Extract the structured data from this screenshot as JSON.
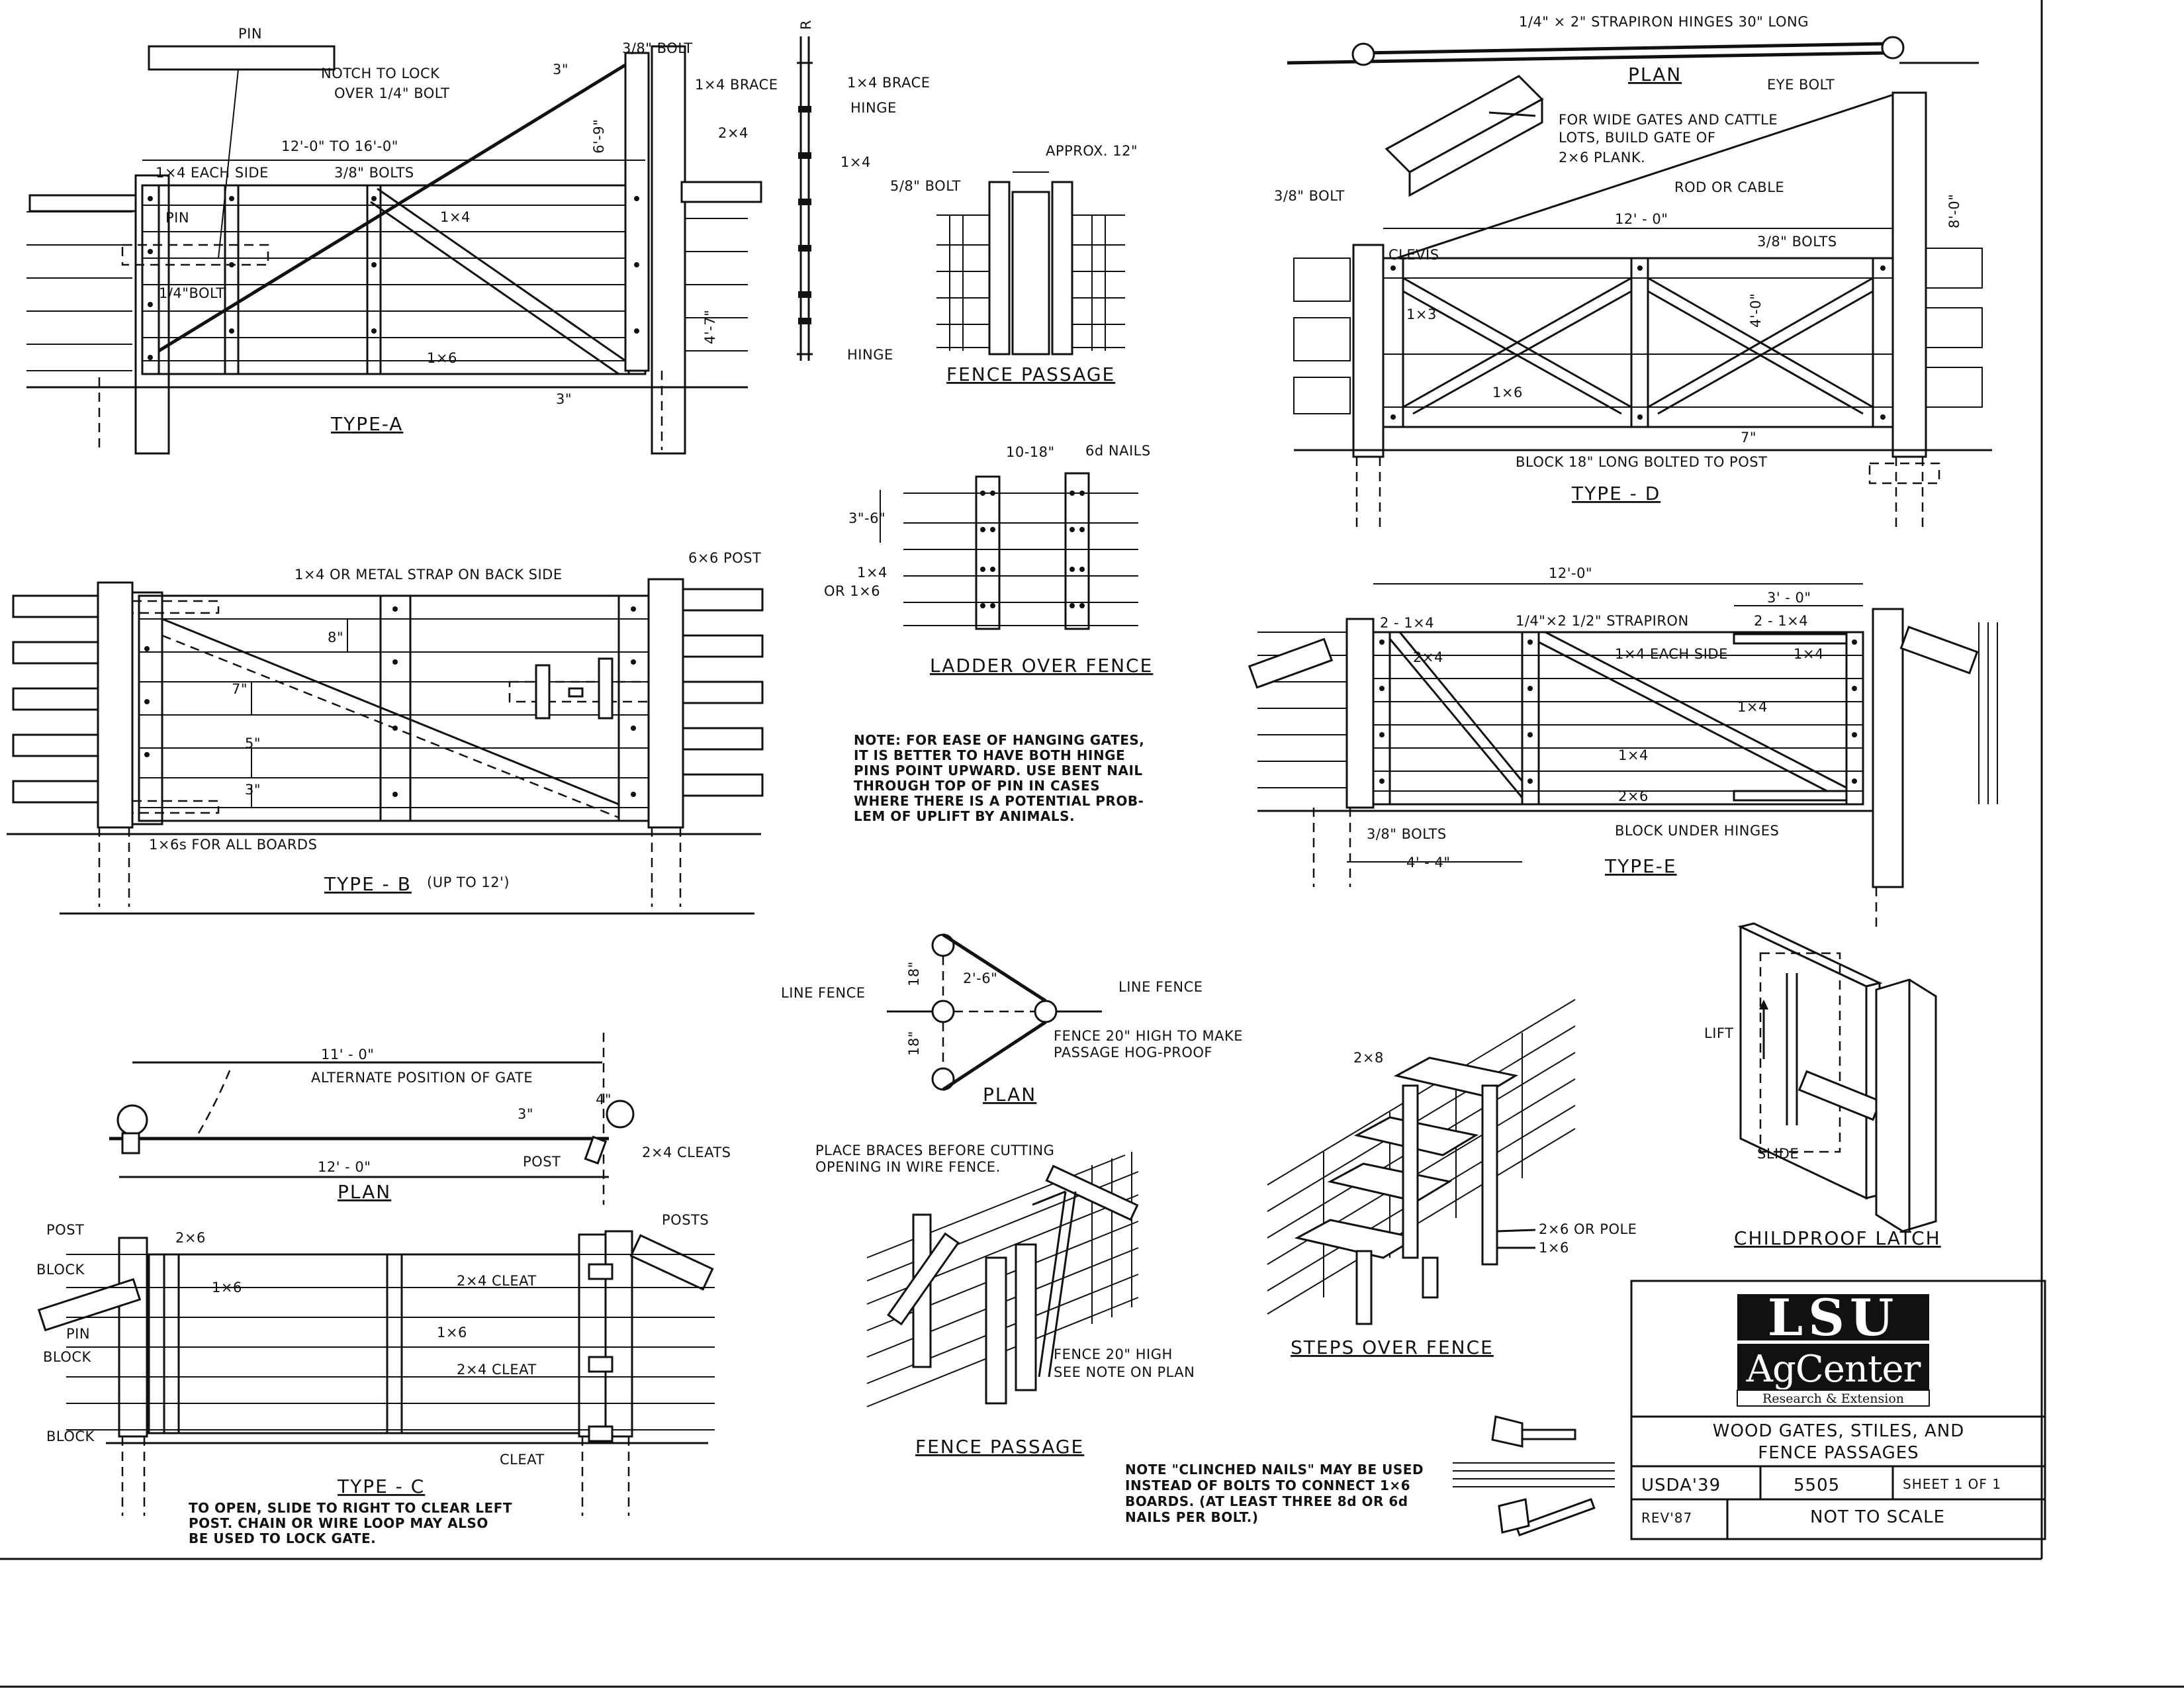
{
  "type_a": {
    "caption": "TYPE-A",
    "pin": "PIN",
    "notch": "NOTCH TO LOCK",
    "notch2": "OVER 1/4\" BOLT",
    "span": "12'-0\" TO 16'-0\"",
    "each_side": "1×4 EACH SIDE",
    "bolts": "3/8\" BOLTS",
    "pin2": "PIN",
    "quarter_bolt": "1/4\"BOLT",
    "one_by_four": "1×4",
    "one_by_six": "1×6",
    "three_in_top": "3\"",
    "three_in_bot": "3\"",
    "bolt38": "3/8\" BOLT",
    "brace": "1×4 BRACE",
    "h69": "6'-9\"",
    "h47": "4'-7\""
  },
  "side_detail": {
    "brace": "1×4 BRACE",
    "hinge_top": "HINGE",
    "two_by_four": "2×4",
    "one_by_four": "1×4",
    "hinge_bot": "HINGE",
    "r_mark": "R"
  },
  "fence_passage_top": {
    "caption": "FENCE PASSAGE",
    "approx": "APPROX. 12\"",
    "bolt": "5/8\" BOLT"
  },
  "ladder": {
    "caption": "LADDER OVER FENCE",
    "width": "10-18\"",
    "nails": "6d NAILS",
    "height": "3\"-6\"",
    "boards1": "1×4",
    "boards2": "OR 1×6"
  },
  "hinge_note": {
    "l1": "NOTE: FOR EASE OF HANGING GATES,",
    "l2": "IT IS BETTER TO HAVE BOTH HINGE",
    "l3": "PINS POINT UPWARD. USE BENT NAIL",
    "l4": "THROUGH TOP OF PIN IN CASES",
    "l5": "WHERE THERE IS A POTENTIAL PROB-",
    "l6": "LEM OF UPLIFT BY ANIMALS."
  },
  "type_b": {
    "caption": "TYPE - B",
    "caption_note": "(UP TO 12')",
    "strap": "1×4 OR METAL STRAP ON BACK SIDE",
    "post": "6×6 POST",
    "d8": "8\"",
    "d7": "7\"",
    "d5": "5\"",
    "d3": "3\"",
    "boards": "1×6s FOR ALL BOARDS"
  },
  "type_c": {
    "caption": "TYPE - C",
    "plan_caption": "PLAN",
    "span11": "11' - 0\"",
    "alt_pos": "ALTERNATE POSITION OF GATE",
    "span12": "12' - 0\"",
    "d3": "3\"",
    "d4": "4\"",
    "post": "POST",
    "cleats": "2×4 CLEATS",
    "post_l": "POST",
    "two_by_six": "2×6",
    "posts_r": "POSTS",
    "block1": "BLOCK",
    "pin": "PIN",
    "block2": "BLOCK",
    "block3": "BLOCK",
    "one_by_six_a": "1×6",
    "one_by_six_b": "1×6",
    "cleat_a": "2×4 CLEAT",
    "cleat_b": "2×4 CLEAT",
    "cleat_c": "CLEAT",
    "n1": "TO OPEN, SLIDE TO RIGHT TO CLEAR LEFT",
    "n2": "POST. CHAIN OR WIRE LOOP MAY ALSO",
    "n3": "BE USED TO LOCK GATE."
  },
  "hog_plan": {
    "caption": "PLAN",
    "line_l": "LINE FENCE",
    "line_r": "LINE FENCE",
    "d18a": "18\"",
    "d18b": "18\"",
    "d26": "2'-6\"",
    "f1": "FENCE 20\" HIGH TO MAKE",
    "f2": "PASSAGE HOG-PROOF"
  },
  "fence_passage_bot": {
    "caption": "FENCE PASSAGE",
    "b1": "PLACE BRACES BEFORE CUTTING",
    "b2": "OPENING IN WIRE FENCE.",
    "f1": "FENCE 20\" HIGH",
    "f2": "SEE NOTE ON PLAN"
  },
  "steps": {
    "caption": "STEPS OVER FENCE",
    "two_by_eight": "2×8",
    "two_by_six": "2×6 OR POLE",
    "one_by_six": "1×6"
  },
  "nails_note": {
    "l1": "NOTE \"CLINCHED NAILS\" MAY BE USED",
    "l2": "INSTEAD OF BOLTS TO CONNECT 1×6",
    "l3": "BOARDS. (AT LEAST THREE 8d OR 6d",
    "l4": "NAILS PER BOLT.)"
  },
  "type_d": {
    "caption": "TYPE - D",
    "plan_caption": "PLAN",
    "hinges": "1/4\" × 2\" STRAPIRON HINGES 30\" LONG",
    "eye_bolt": "EYE BOLT",
    "wide1": "FOR WIDE GATES AND CATTLE",
    "wide2": "LOTS, BUILD GATE OF",
    "wide3": "2×6 PLANK.",
    "rod": "ROD OR CABLE",
    "bolt38": "3/8\" BOLT",
    "span": "12' - 0\"",
    "clevis": "CLEVIS",
    "bolts": "3/8\" BOLTS",
    "h40": "4'-0\"",
    "h80": "8'-0\"",
    "one_by_three": "1×3",
    "one_by_six": "1×6",
    "d7": "7\"",
    "block": "BLOCK 18\" LONG BOLTED TO POST"
  },
  "type_e": {
    "caption": "TYPE-E",
    "span": "12'-0\"",
    "d30": "3' - 0\"",
    "two_1x4_l": "2 - 1×4",
    "strapiron": "1/4\"×2 1/2\" STRAPIRON",
    "two_1x4_r": "2 - 1×4",
    "two_by_four": "2×4",
    "each_side": "1×4 EACH SIDE",
    "one_by_four_a": "1×4",
    "one_by_four_b": "1×4",
    "one_by_four_c": "1×4",
    "two_by_six": "2×6",
    "bolts": "3/8\" BOLTS",
    "block": "BLOCK UNDER HINGES",
    "d44": "4' - 4\""
  },
  "latch": {
    "caption": "CHILDPROOF LATCH",
    "lift": "LIFT",
    "slide": "SLIDE"
  },
  "title_block": {
    "logo_top": "LSU",
    "logo_mid": "AgCenter",
    "logo_sub": "Research & Extension",
    "title1": "WOOD GATES, STILES, AND",
    "title2": "FENCE PASSAGES",
    "origin": "USDA'39",
    "number": "5505",
    "sheet": "SHEET 1 OF 1",
    "rev": "REV'87",
    "scale": "NOT TO SCALE"
  }
}
